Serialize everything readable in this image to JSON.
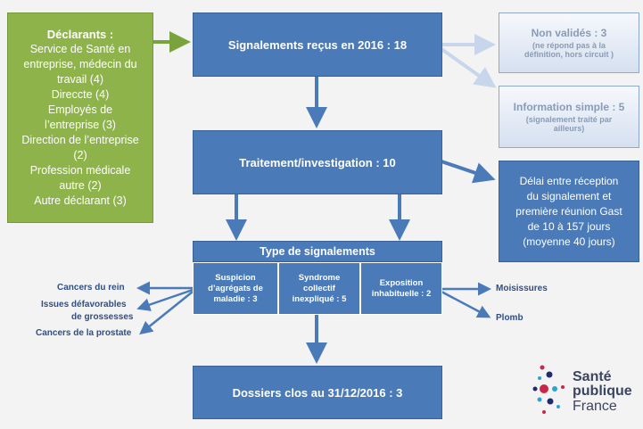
{
  "declarants": {
    "title": "Déclarants :",
    "lines": [
      "Service de Santé en",
      "entreprise, médecin du",
      "travail (4)",
      "Direccte (4)",
      "Employés de",
      "l’entreprise (3)",
      "Direction de l’entreprise",
      "(2)",
      "Profession médicale",
      "autre (2)",
      "Autre déclarant (3)"
    ]
  },
  "received": "Signalements reçus en 2016 : 18",
  "non_valides": {
    "title": "Non validés : 3",
    "lines": [
      "(ne répond pas à la",
      "définition, hors circuit )"
    ]
  },
  "info_simple": {
    "title": "Information simple : 5",
    "lines": [
      "(signalement traité par",
      "ailleurs)"
    ]
  },
  "treatment": "Traitement/investigation : 10",
  "delay": {
    "lines": [
      "Délai entre réception",
      "du signalement et",
      "première réunion Gast",
      "de 10 à 157 jours",
      "(moyenne 40 jours)"
    ]
  },
  "type": {
    "header": "Type de signalements",
    "cells": [
      [
        "Suspicion",
        "d’agrégats de",
        "maladie : 3"
      ],
      [
        "Syndrome",
        "collectif",
        "inexpliqué : 5"
      ],
      [
        "Exposition",
        "inhabituelle : 2"
      ]
    ]
  },
  "left_outcomes": [
    "Cancers du rein",
    "Issues défavorables",
    "de grossesses",
    "Cancers de la prostate"
  ],
  "right_outcomes": [
    "Moisissures",
    "Plomb"
  ],
  "closed": "Dossiers clos au 31/12/2016 : 3",
  "logo": {
    "line1": "Santé",
    "line2": "publique",
    "line3": "France"
  },
  "colors": {
    "box_blue": "#4a7ab8",
    "box_green": "#8db34a",
    "arrow_blue": "#4a7ab8",
    "label_navy": "#2e4f88",
    "logo_red": "#c8264b"
  }
}
